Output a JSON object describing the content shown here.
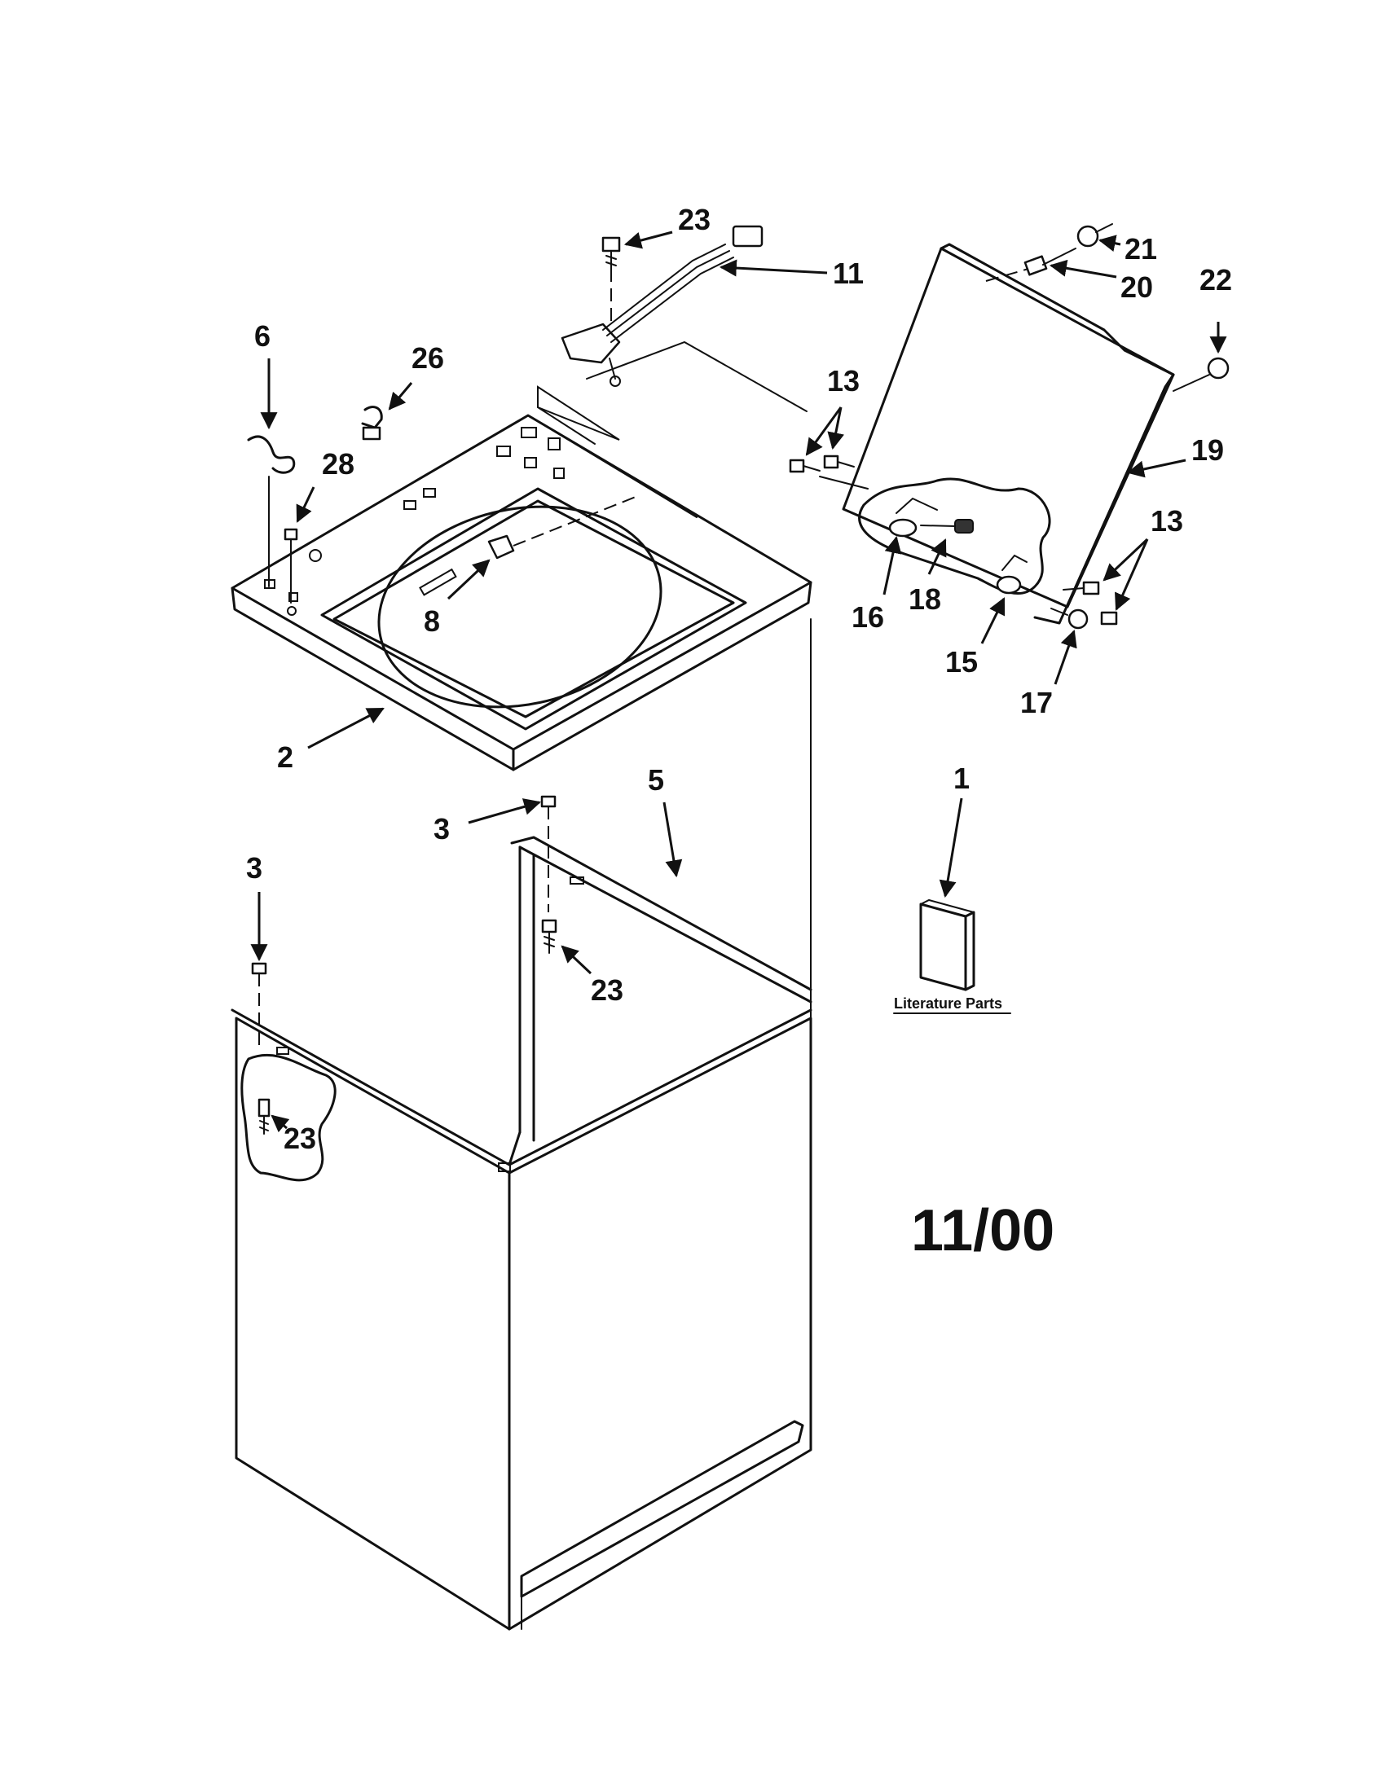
{
  "diagram": {
    "callouts": [
      {
        "id": "c23a",
        "label": "23"
      },
      {
        "id": "c11",
        "label": "11"
      },
      {
        "id": "c21",
        "label": "21"
      },
      {
        "id": "c20",
        "label": "20"
      },
      {
        "id": "c22",
        "label": "22"
      },
      {
        "id": "c6",
        "label": "6"
      },
      {
        "id": "c26",
        "label": "26"
      },
      {
        "id": "c28",
        "label": "28"
      },
      {
        "id": "c13a",
        "label": "13"
      },
      {
        "id": "c19",
        "label": "19"
      },
      {
        "id": "c13b",
        "label": "13"
      },
      {
        "id": "c8",
        "label": "8"
      },
      {
        "id": "c16",
        "label": "16"
      },
      {
        "id": "c18",
        "label": "18"
      },
      {
        "id": "c15",
        "label": "15"
      },
      {
        "id": "c17",
        "label": "17"
      },
      {
        "id": "c2",
        "label": "2"
      },
      {
        "id": "c1",
        "label": "1"
      },
      {
        "id": "c5",
        "label": "5"
      },
      {
        "id": "c3a",
        "label": "3"
      },
      {
        "id": "c3b",
        "label": "3"
      },
      {
        "id": "c23b",
        "label": "23"
      },
      {
        "id": "c23c",
        "label": "23"
      }
    ],
    "literature_label": "Literature Parts",
    "date_stamp": "11/00"
  }
}
